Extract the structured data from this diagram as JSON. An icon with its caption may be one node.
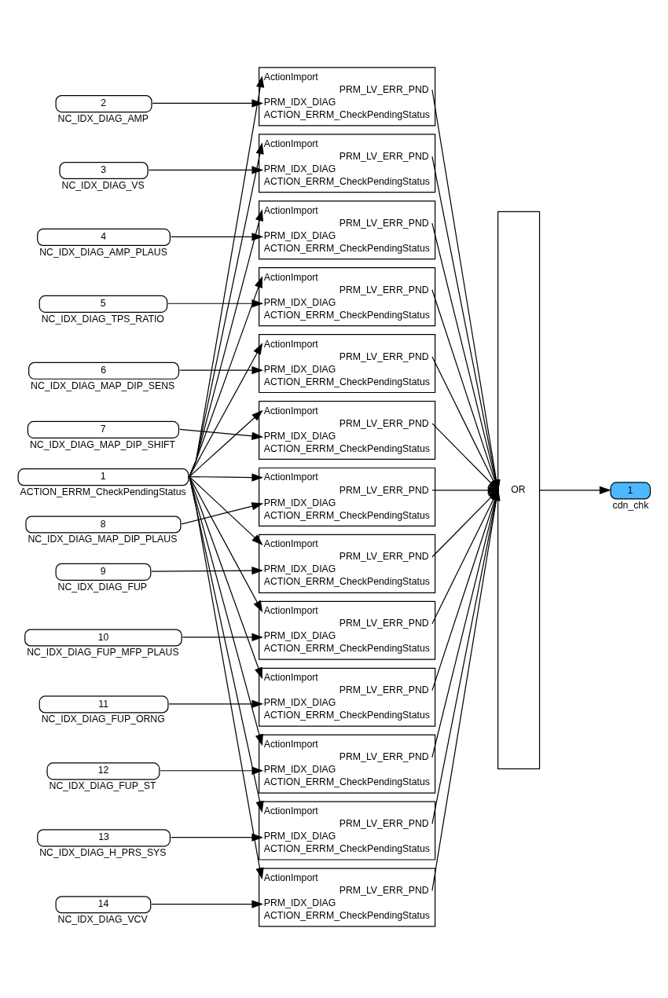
{
  "diagram": {
    "nodes": [
      {
        "text": [
          "1"
        ],
        "beside": [
          "ACTION_ERRM_CheckPendingStatus"
        ]
      },
      {
        "text": [
          "2"
        ],
        "beside": [
          "NC_IDX_DIAG_AMP"
        ]
      },
      {
        "text": [
          "3"
        ],
        "beside": [
          "NC_IDX_DIAG_VS"
        ]
      },
      {
        "text": [
          "4"
        ],
        "beside": [
          "NC_IDX_DIAG_AMP_PLAUS"
        ]
      },
      {
        "text": [
          "5"
        ],
        "beside": [
          "NC_IDX_DIAG_TPS_RATIO"
        ]
      },
      {
        "text": [
          "6"
        ],
        "beside": [
          "NC_IDX_DIAG_MAP_DIP_SENS"
        ]
      },
      {
        "text": [
          "7"
        ],
        "beside": [
          "NC_IDX_DIAG_MAP_DIP_SHIFT"
        ]
      },
      {
        "text": [
          "8"
        ],
        "beside": [
          "NC_IDX_DIAG_MAP_DIP_PLAUS"
        ]
      },
      {
        "text": [
          "9"
        ],
        "beside": [
          "NC_IDX_DIAG_FUP"
        ]
      },
      {
        "text": [
          "10"
        ],
        "beside": [
          "NC_IDX_DIAG_FUP_MFP_PLAUS"
        ]
      },
      {
        "text": [
          "11"
        ],
        "beside": [
          "NC_IDX_DIAG_FUP_ORNG"
        ]
      },
      {
        "text": [
          "12"
        ],
        "beside": [
          "NC_IDX_DIAG_FUP_ST"
        ]
      },
      {
        "text": [
          "13"
        ],
        "beside": [
          "NC_IDX_DIAG_H_PRS_SYS"
        ]
      },
      {
        "text": [
          "14"
        ],
        "beside": [
          "NC_IDX_DIAG_VCV"
        ]
      },
      {
        "text": [
          "ActionImport",
          "PRM_LV_ERR_PND",
          "PRM_IDX_DIAG",
          "ACTION_ERRM_CheckPendingStatus"
        ]
      },
      {
        "text": [
          "ActionImport",
          "PRM_LV_ERR_PND",
          "PRM_IDX_DIAG",
          "ACTION_ERRM_CheckPendingStatus"
        ]
      },
      {
        "text": [
          "ActionImport",
          "PRM_LV_ERR_PND",
          "PRM_IDX_DIAG",
          "ACTION_ERRM_CheckPendingStatus"
        ]
      },
      {
        "text": [
          "ActionImport",
          "PRM_LV_ERR_PND",
          "PRM_IDX_DIAG",
          "ACTION_ERRM_CheckPendingStatus"
        ]
      },
      {
        "text": [
          "ActionImport",
          "PRM_LV_ERR_PND",
          "PRM_IDX_DIAG",
          "ACTION_ERRM_CheckPendingStatus"
        ]
      },
      {
        "text": [
          "ActionImport",
          "PRM_LV_ERR_PND",
          "PRM_IDX_DIAG",
          "ACTION_ERRM_CheckPendingStatus"
        ]
      },
      {
        "text": [
          "ActionImport",
          "PRM_LV_ERR_PND",
          "PRM_IDX_DIAG",
          "ACTION_ERRM_CheckPendingStatus"
        ]
      },
      {
        "text": [
          "ActionImport",
          "PRM_LV_ERR_PND",
          "PRM_IDX_DIAG",
          "ACTION_ERRM_CheckPendingStatus"
        ]
      },
      {
        "text": [
          "ActionImport",
          "PRM_LV_ERR_PND",
          "PRM_IDX_DIAG",
          "ACTION_ERRM_CheckPendingStatus"
        ]
      },
      {
        "text": [
          "ActionImport",
          "PRM_LV_ERR_PND",
          "PRM_IDX_DIAG",
          "ACTION_ERRM_CheckPendingStatus"
        ]
      },
      {
        "text": [
          "ActionImport",
          "PRM_LV_ERR_PND",
          "PRM_IDX_DIAG",
          "ACTION_ERRM_CheckPendingStatus"
        ]
      },
      {
        "text": [
          "ActionImport",
          "PRM_LV_ERR_PND",
          "PRM_IDX_DIAG",
          "ACTION_ERRM_CheckPendingStatus"
        ]
      },
      {
        "text": [
          "ActionImport",
          "PRM_LV_ERR_PND",
          "PRM_IDX_DIAG",
          "ACTION_ERRM_CheckPendingStatus"
        ]
      },
      {
        "text": [
          "OR"
        ]
      },
      {
        "text": [
          "1"
        ],
        "beside": [
          "cdn_chk"
        ]
      }
    ],
    "edges": [
      {
        "from": 0,
        "to": 14,
        "arrow": "to"
      },
      {
        "from": 1,
        "to": 14,
        "arrow": "to"
      },
      {
        "from": 0,
        "to": 15,
        "arrow": "to"
      },
      {
        "from": 2,
        "to": 15,
        "arrow": "to"
      },
      {
        "from": 0,
        "to": 16,
        "arrow": "to"
      },
      {
        "from": 3,
        "to": 16,
        "arrow": "to"
      },
      {
        "from": 0,
        "to": 17,
        "arrow": "to"
      },
      {
        "from": 4,
        "to": 17,
        "arrow": "to"
      },
      {
        "from": 0,
        "to": 18,
        "arrow": "to"
      },
      {
        "from": 5,
        "to": 18,
        "arrow": "to"
      },
      {
        "from": 0,
        "to": 19,
        "arrow": "to"
      },
      {
        "from": 6,
        "to": 19,
        "arrow": "to"
      },
      {
        "from": 0,
        "to": 20,
        "arrow": "to"
      },
      {
        "from": 7,
        "to": 20,
        "arrow": "to"
      },
      {
        "from": 0,
        "to": 21,
        "arrow": "to"
      },
      {
        "from": 8,
        "to": 21,
        "arrow": "to"
      },
      {
        "from": 0,
        "to": 22,
        "arrow": "to"
      },
      {
        "from": 9,
        "to": 22,
        "arrow": "to"
      },
      {
        "from": 0,
        "to": 23,
        "arrow": "to"
      },
      {
        "from": 10,
        "to": 23,
        "arrow": "to"
      },
      {
        "from": 0,
        "to": 24,
        "arrow": "to"
      },
      {
        "from": 11,
        "to": 24,
        "arrow": "to"
      },
      {
        "from": 0,
        "to": 25,
        "arrow": "to"
      },
      {
        "from": 12,
        "to": 25,
        "arrow": "to"
      },
      {
        "from": 0,
        "to": 26,
        "arrow": "to"
      },
      {
        "from": 13,
        "to": 26,
        "arrow": "to"
      },
      {
        "from": 14,
        "to": 27,
        "arrow": "to"
      },
      {
        "from": 15,
        "to": 27,
        "arrow": "to"
      },
      {
        "from": 16,
        "to": 27,
        "arrow": "to"
      },
      {
        "from": 17,
        "to": 27,
        "arrow": "to"
      },
      {
        "from": 18,
        "to": 27,
        "arrow": "to"
      },
      {
        "from": 19,
        "to": 27,
        "arrow": "to"
      },
      {
        "from": 20,
        "to": 27,
        "arrow": "to"
      },
      {
        "from": 21,
        "to": 27,
        "arrow": "to"
      },
      {
        "from": 22,
        "to": 27,
        "arrow": "to"
      },
      {
        "from": 23,
        "to": 27,
        "arrow": "to"
      },
      {
        "from": 24,
        "to": 27,
        "arrow": "to"
      },
      {
        "from": 25,
        "to": 27,
        "arrow": "to"
      },
      {
        "from": 26,
        "to": 27,
        "arrow": "to"
      },
      {
        "from": 27,
        "to": 28,
        "arrow": "to"
      }
    ]
  }
}
